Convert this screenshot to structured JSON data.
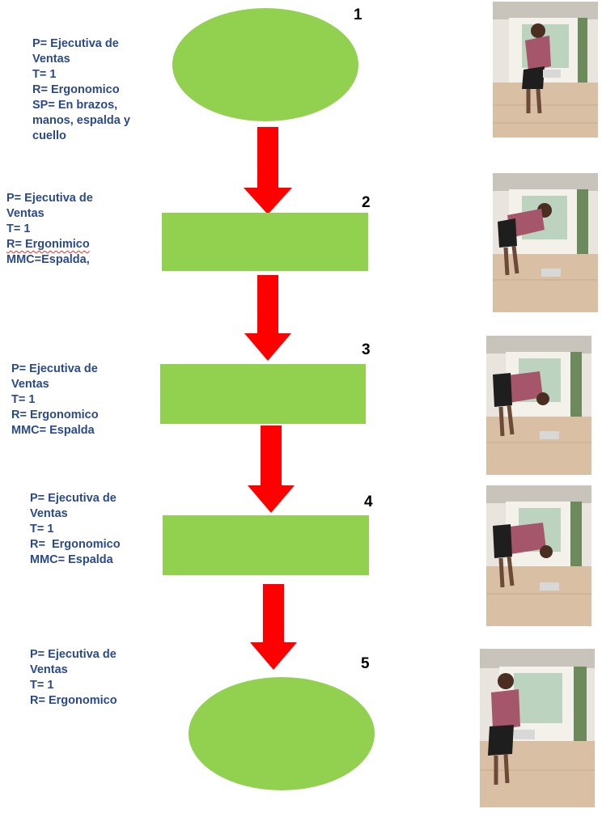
{
  "colors": {
    "shape_fill": "#92d050",
    "arrow": "#ff0000",
    "note_text": "#2b4a8a",
    "step_number": "#000000"
  },
  "steps": [
    {
      "number": "1",
      "shape": "ellipse",
      "lines": [
        "P= Ejecutiva de",
        "Ventas",
        "T= 1",
        "R= Ergonomico",
        "SP= En brazos,",
        "manos, espalda y",
        "cuello"
      ],
      "photo": "woman-bending-holding-tray-photo"
    },
    {
      "number": "2",
      "shape": "rectangle",
      "lines": [
        "P= Ejecutiva de",
        "Ventas",
        "T= 1",
        "R= Ergonimico",
        "MMC=Espalda,"
      ],
      "photo": "woman-bending-reaching-floor-photo"
    },
    {
      "number": "3",
      "shape": "rectangle",
      "lines": [
        "P= Ejecutiva de",
        "Ventas",
        "T= 1",
        "R= Ergonomico",
        "MMC= Espalda"
      ],
      "photo": "woman-bent-over-photo"
    },
    {
      "number": "4",
      "shape": "rectangle",
      "lines": [
        "P= Ejecutiva de",
        "Ventas",
        "T= 1",
        "R=  Ergonomico",
        "MMC= Espalda"
      ],
      "photo": "woman-bent-to-floor-photo"
    },
    {
      "number": "5",
      "shape": "ellipse",
      "lines": [
        "P= Ejecutiva de",
        "Ventas",
        "T= 1",
        "R= Ergonomico"
      ],
      "photo": "woman-lifting-tray-photo"
    }
  ]
}
